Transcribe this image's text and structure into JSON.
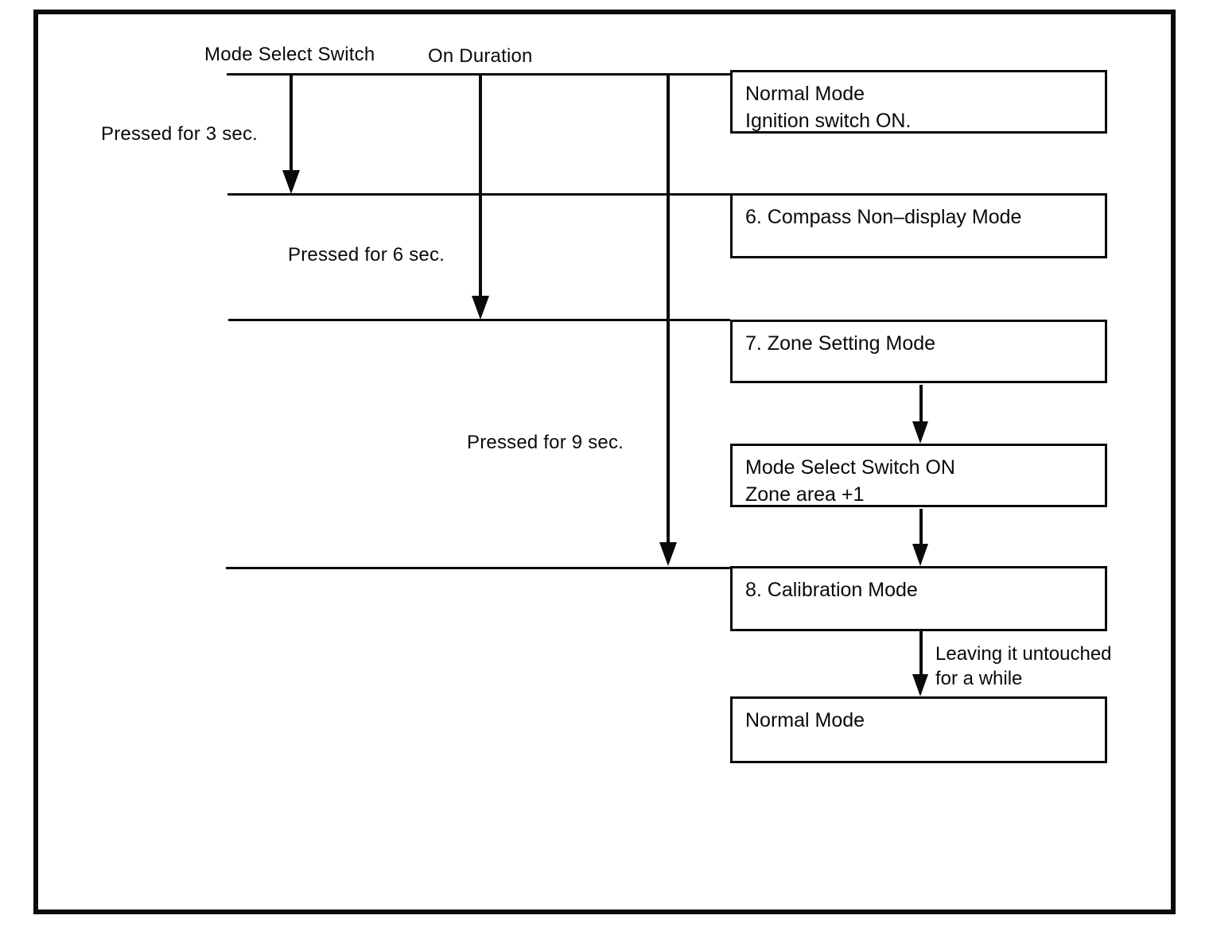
{
  "page": {
    "background": "#ffffff",
    "ink": "#0a0a0a"
  },
  "header": {
    "mode_select_switch_label": "Mode Select Switch",
    "on_duration_label": "On Duration"
  },
  "press_durations": {
    "three_sec": "Pressed for 3 sec.",
    "six_sec": "Pressed for 6 sec.",
    "nine_sec": "Pressed for 9 sec."
  },
  "boxes": {
    "normal_mode_start": {
      "line1": "Normal Mode",
      "line2": "Ignition switch ON."
    },
    "compass_non_display": {
      "line1": "6. Compass Non–display Mode",
      "line2": ""
    },
    "zone_setting": {
      "line1": "7. Zone Setting Mode",
      "line2": ""
    },
    "mode_select_switch_on": {
      "line1": "Mode Select Switch ON",
      "line2": "Zone area +1"
    },
    "calibration": {
      "line1": "8. Calibration Mode",
      "line2": ""
    },
    "normal_mode_end": {
      "line1": "Normal Mode",
      "line2": ""
    }
  },
  "annotations": {
    "leaving_untouched_line1": "Leaving it untouched",
    "leaving_untouched_line2": "for a while"
  }
}
